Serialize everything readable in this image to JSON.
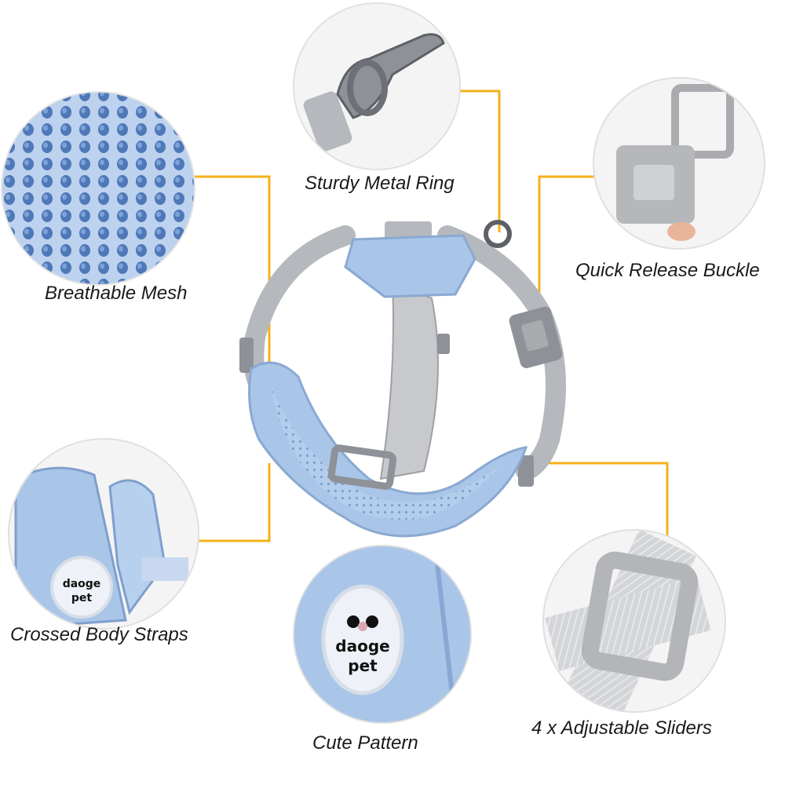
{
  "features": {
    "metal_ring": "Sturdy Metal Ring",
    "mesh": "Breathable Mesh",
    "buckle": "Quick Release Buckle",
    "straps": "Crossed Body Straps",
    "pattern": "Cute Pattern",
    "sliders": "4 x Adjustable Sliders"
  },
  "logo": {
    "line1": "daoge",
    "line2": "pet"
  },
  "colors": {
    "leader_line": "#f5b01c",
    "harness_blue": "#a9c6e8",
    "strap_gray": "#b5b8bd",
    "text": "#1a1a1a"
  }
}
